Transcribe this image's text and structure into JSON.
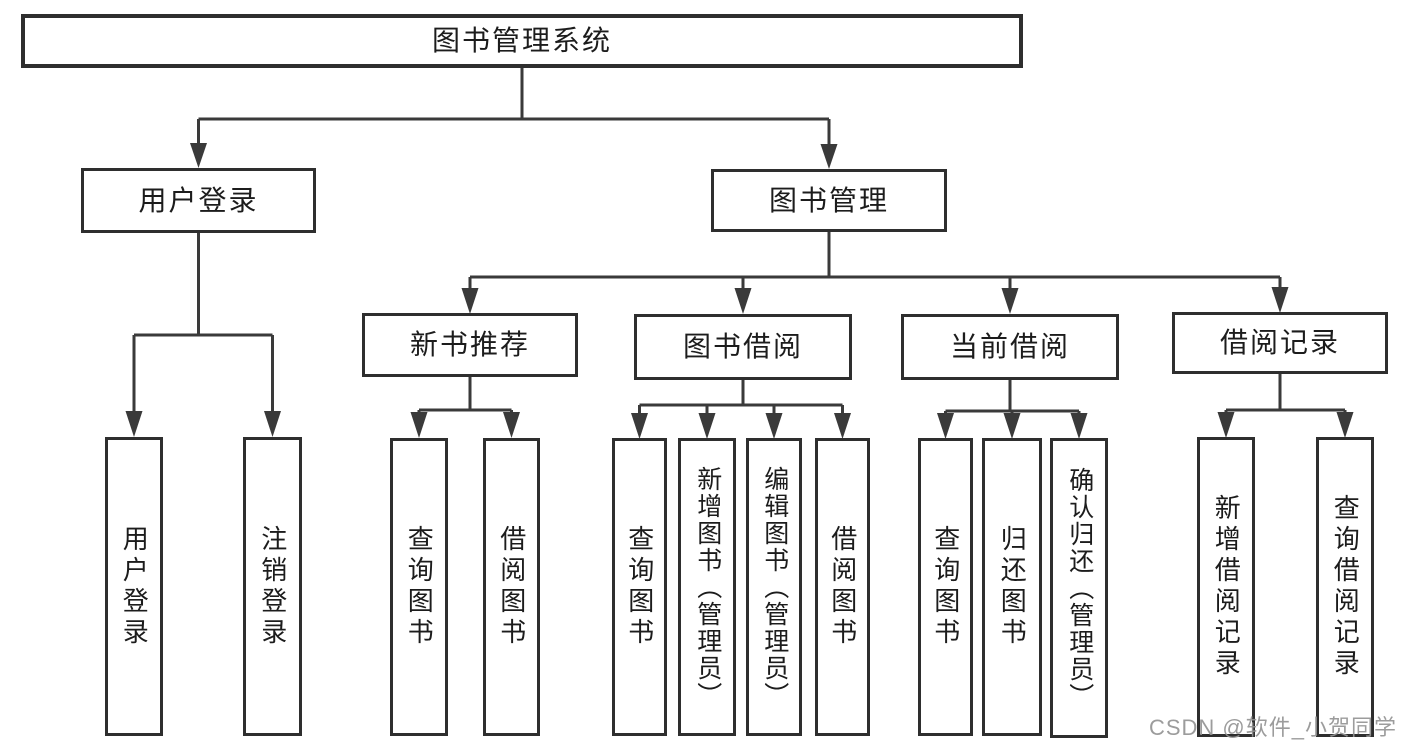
{
  "diagram_title": "图书管理系统",
  "tree": {
    "label": "图书管理系统",
    "children": [
      {
        "label": "用户登录",
        "children": [
          {
            "label": "用户登录"
          },
          {
            "label": "注销登录"
          }
        ]
      },
      {
        "label": "图书管理",
        "children": [
          {
            "label": "新书推荐",
            "children": [
              {
                "label": "查询图书"
              },
              {
                "label": "借阅图书"
              }
            ]
          },
          {
            "label": "图书借阅",
            "children": [
              {
                "label": "查询图书"
              },
              {
                "label": "新增图书（管理员）"
              },
              {
                "label": "编辑图书（管理员）"
              },
              {
                "label": "借阅图书"
              }
            ]
          },
          {
            "label": "当前借阅",
            "children": [
              {
                "label": "查询图书"
              },
              {
                "label": "归还图书"
              },
              {
                "label": "确认归还（管理员）"
              }
            ]
          },
          {
            "label": "借阅记录",
            "children": [
              {
                "label": "新增借阅记录"
              },
              {
                "label": "查询借阅记录"
              }
            ]
          }
        ]
      }
    ]
  },
  "watermark": {
    "text": "CSDN @软件_小贺同学",
    "color": "#949494"
  },
  "colors": {
    "line": "#3a3a3a",
    "box_border": "#2e2e2e",
    "text": "#1c1c1c",
    "background": "#ffffff"
  }
}
